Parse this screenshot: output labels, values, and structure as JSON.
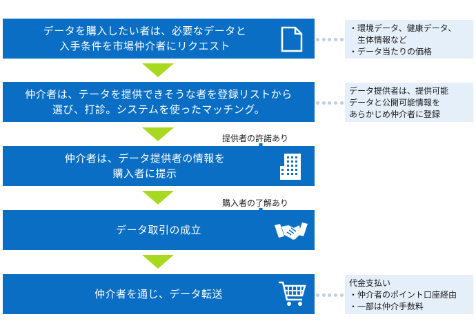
{
  "steps": [
    {
      "text": "データを購入したい者は、必要なデータと\n入手条件を市場仲介者にリクエスト",
      "icon": "document-icon"
    },
    {
      "text": "仲介者は、テータを提供できそうな者を登録リストから\n選び、打診。システムを使ったマッチング。",
      "icon": ""
    },
    {
      "text": "仲介者は、データ提供者の情報を\n購入者に提示",
      "icon": "building-icon"
    },
    {
      "text": "データ取引の成立",
      "icon": "handshake-icon"
    },
    {
      "text": "仲介者を通じ、データ転送",
      "icon": "shopping-cart-icon"
    }
  ],
  "notes": [
    {
      "text": "・環境データ、健康データ、\n　生体情報など\n・データ当たりの価格"
    },
    {
      "text": "データ提供者は、提供可能\nデータと公開可能情報を\nあらかじめ仲介者に登録"
    },
    {
      "text": "代金支払い\n・仲介者のポイント口座経由\n・一部は仲介手数料"
    }
  ],
  "conditions": [
    {
      "text": "提供者の許諾あり"
    },
    {
      "text": "購入者の了解あり"
    }
  ],
  "colors": {
    "step_bg": "#0a6fc4",
    "arrow": "#a8d81f",
    "note_bg": "#e4eff9",
    "dots": "#b9cfe6"
  }
}
